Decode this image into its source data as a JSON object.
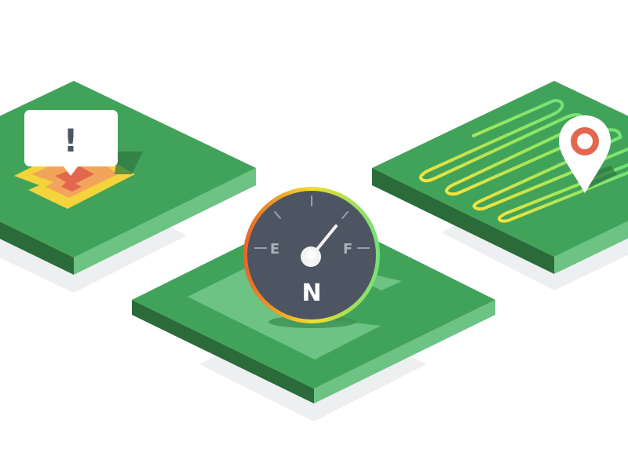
{
  "scene": {
    "description": "Isometric farm field tiles illustration",
    "background": "#ffffff"
  },
  "colors": {
    "tile_top": "#41a35a",
    "tile_side_left": "#2a6b39",
    "tile_side_right": "#6cc383",
    "tile_inner_light": "#6cc383",
    "shadow": "#eeeff1",
    "alert_yellow": "#f5d33a",
    "alert_orange": "#f2a55a",
    "alert_red": "#e3674f",
    "bubble_bg": "#ffffff",
    "bubble_text": "#4e5562",
    "gauge_face": "#4e5562",
    "gauge_ticks": "#9aa0ab",
    "gauge_letters": "#aab0bb",
    "gauge_n": "#ffffff",
    "gauge_ring_start": "#e9632a",
    "gauge_ring_mid": "#f3dd2a",
    "gauge_ring_end": "#6fe27a",
    "path_yellow": "#f7e23c",
    "path_green": "#6fe27a",
    "pin_body": "#ffffff",
    "pin_ring": "#e3674f"
  },
  "tiles": {
    "left": {
      "name": "alert-field",
      "alert_symbol": "!"
    },
    "center": {
      "name": "fuel-field",
      "gauge": {
        "empty_label": "E",
        "full_label": "F",
        "center_label": "N"
      }
    },
    "right": {
      "name": "tractor-path-field",
      "marker": "location-pin"
    }
  }
}
